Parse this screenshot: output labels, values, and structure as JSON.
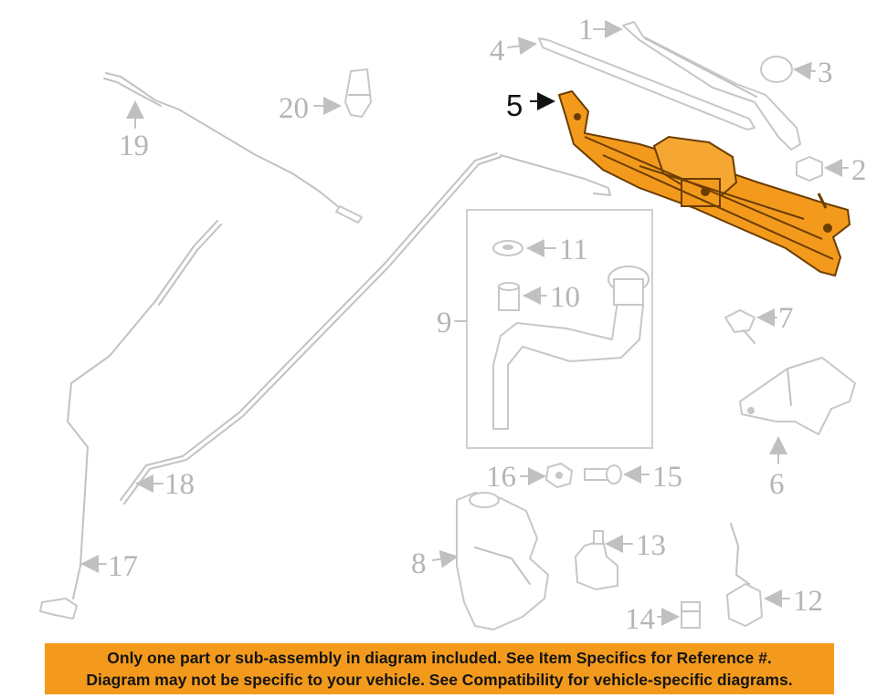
{
  "callouts": {
    "c1": "1",
    "c2": "2",
    "c3": "3",
    "c4": "4",
    "c5": "5",
    "c6": "6",
    "c7": "7",
    "c8": "8",
    "c9": "9",
    "c10": "10",
    "c11": "11",
    "c12": "12",
    "c13": "13",
    "c14": "14",
    "c15": "15",
    "c16": "16",
    "c17": "17",
    "c18": "18",
    "c19": "19",
    "c20": "20"
  },
  "colors": {
    "highlight_part": "#f39a1d",
    "banner_bg": "#f39a1d",
    "callout_gray": "#b5b5b5",
    "callout_highlight": "#111111"
  },
  "banner": {
    "line1": "Only one part or sub-assembly in diagram included. See Item Specifics for Reference #.",
    "line2": "Diagram may not be specific to your vehicle. See Compatibility for vehicle-specific diagrams."
  }
}
